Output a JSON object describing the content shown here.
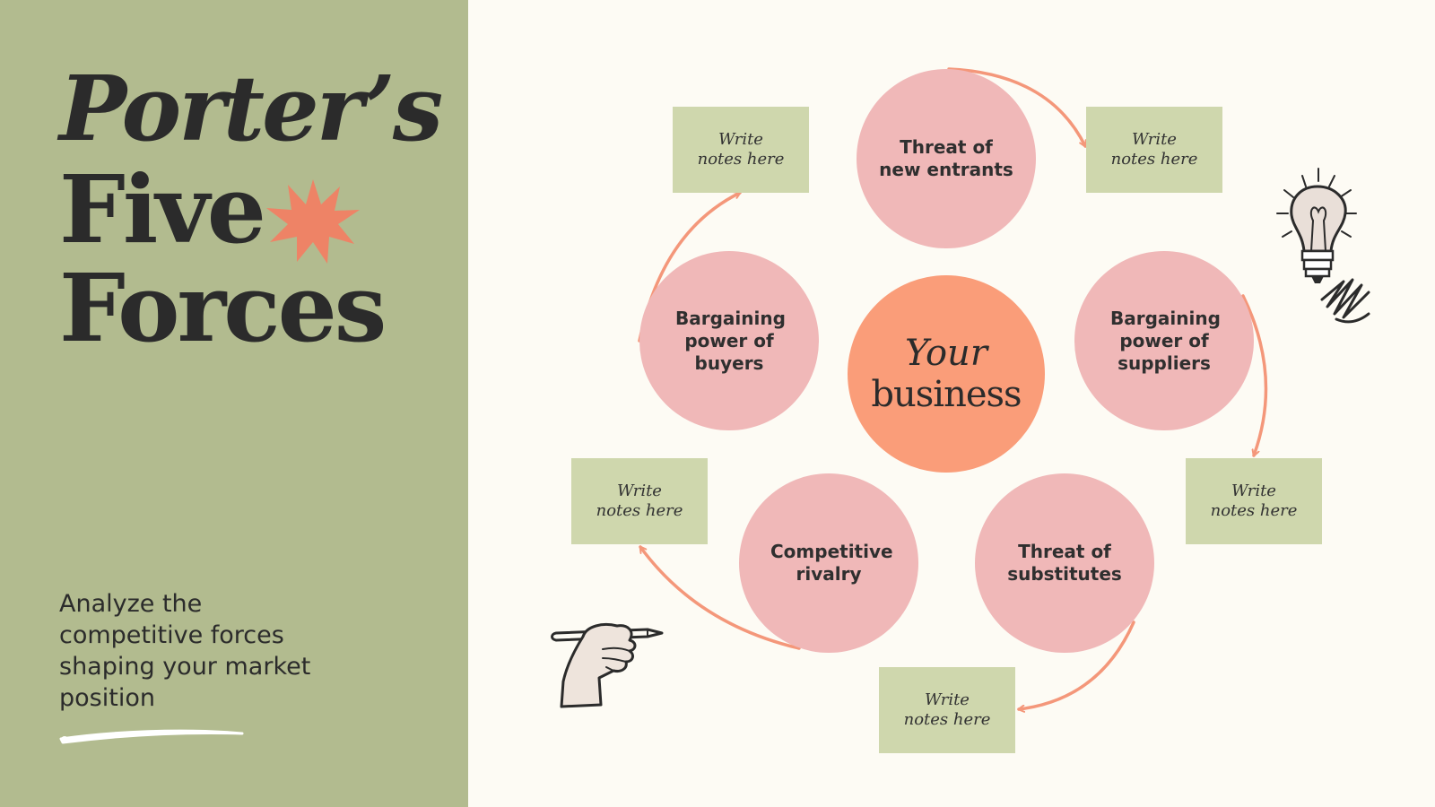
{
  "title": {
    "line1": "Porter’s",
    "line2": "Five",
    "line3": "Forces"
  },
  "subtitle": "Analyze the competitive forces shaping your market position",
  "center": {
    "line1": "Your",
    "line2": "business"
  },
  "forces": {
    "new_entrants": "Threat of new entrants",
    "suppliers": "Bargaining power of suppliers",
    "substitutes": "Threat of substitutes",
    "rivalry": "Competitive rivalry",
    "buyers": "Bargaining power of buyers"
  },
  "note_text": "Write\nnotes here",
  "colors": {
    "left_panel": "#b2bb8f",
    "background": "#fdfbf4",
    "force_circle": "#f0b8b8",
    "center_circle": "#fa9d79",
    "note_box": "#cfd7ad",
    "arrow": "#f4977a",
    "star": "#ee8366"
  },
  "icons": [
    "star-icon",
    "lightbulb-icon",
    "hand-with-pencil-icon",
    "scribble-icon",
    "brush-stroke-underline"
  ]
}
